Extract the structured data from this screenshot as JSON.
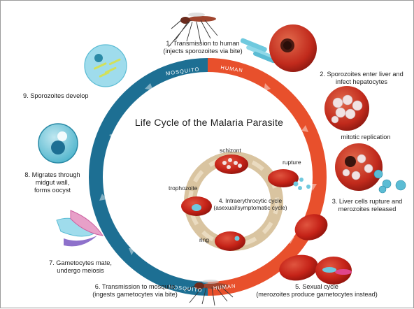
{
  "diagram": {
    "title": "Life Cycle of the Malaria Parasite",
    "ring_labels": {
      "top_mosquito": "MOSQUITO",
      "top_human": "HUMAN",
      "bottom_mosquito": "MOSQUITO",
      "bottom_human": "HUMAN"
    },
    "steps": {
      "s1": [
        "1. Transmission to human",
        "(injects sporozoites via bite)"
      ],
      "s2": [
        "2. Sporozoites enter liver and",
        "infect hepatocytes"
      ],
      "mitotic": [
        "mitotic replication"
      ],
      "s3": [
        "3. Liver cells rupture and",
        "merozoites released"
      ],
      "s5": [
        "5. Sexual cycle",
        "(merozoites produce gametocytes instead)"
      ],
      "s6": [
        "6. Transmission to mosquito",
        "(ingests gametocytes via bite)"
      ],
      "s7": [
        "7. Gametocytes mate,",
        "undergo meiosis"
      ],
      "s8": [
        "8. Migrates through",
        "midgut wall,",
        "forms oocyst"
      ],
      "s9": [
        "9. Sporozoites develop"
      ]
    },
    "inner": {
      "schizont": "schizont",
      "rupture": "rupture",
      "trophozoite": "trophozoite",
      "ring": "ring",
      "s4": [
        "4. Intraerythrocytic cycle",
        "(asexual/symptomatic cycle)"
      ]
    },
    "colors": {
      "human_arc": "#e8502c",
      "mosquito_arc": "#1d6f93",
      "inner_ring": "#d9c4a0",
      "rbc": "#c52318"
    }
  }
}
